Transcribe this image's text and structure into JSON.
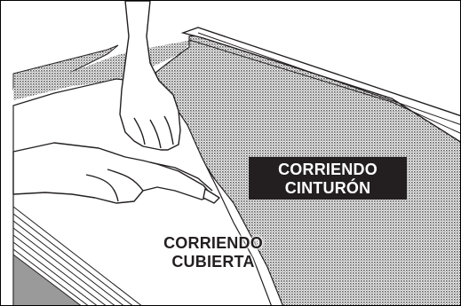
{
  "labels": {
    "belt": {
      "line1": "CORRIENDO",
      "line2": "CINTURÓN"
    },
    "deck": {
      "line1": "CORRIENDO",
      "line2": "CUBIERTA"
    }
  },
  "colors": {
    "belt_fill": "#bdbdbd",
    "belt_label_bg": "#231f20",
    "line": "#231f20",
    "deck_fill": "#ffffff"
  }
}
